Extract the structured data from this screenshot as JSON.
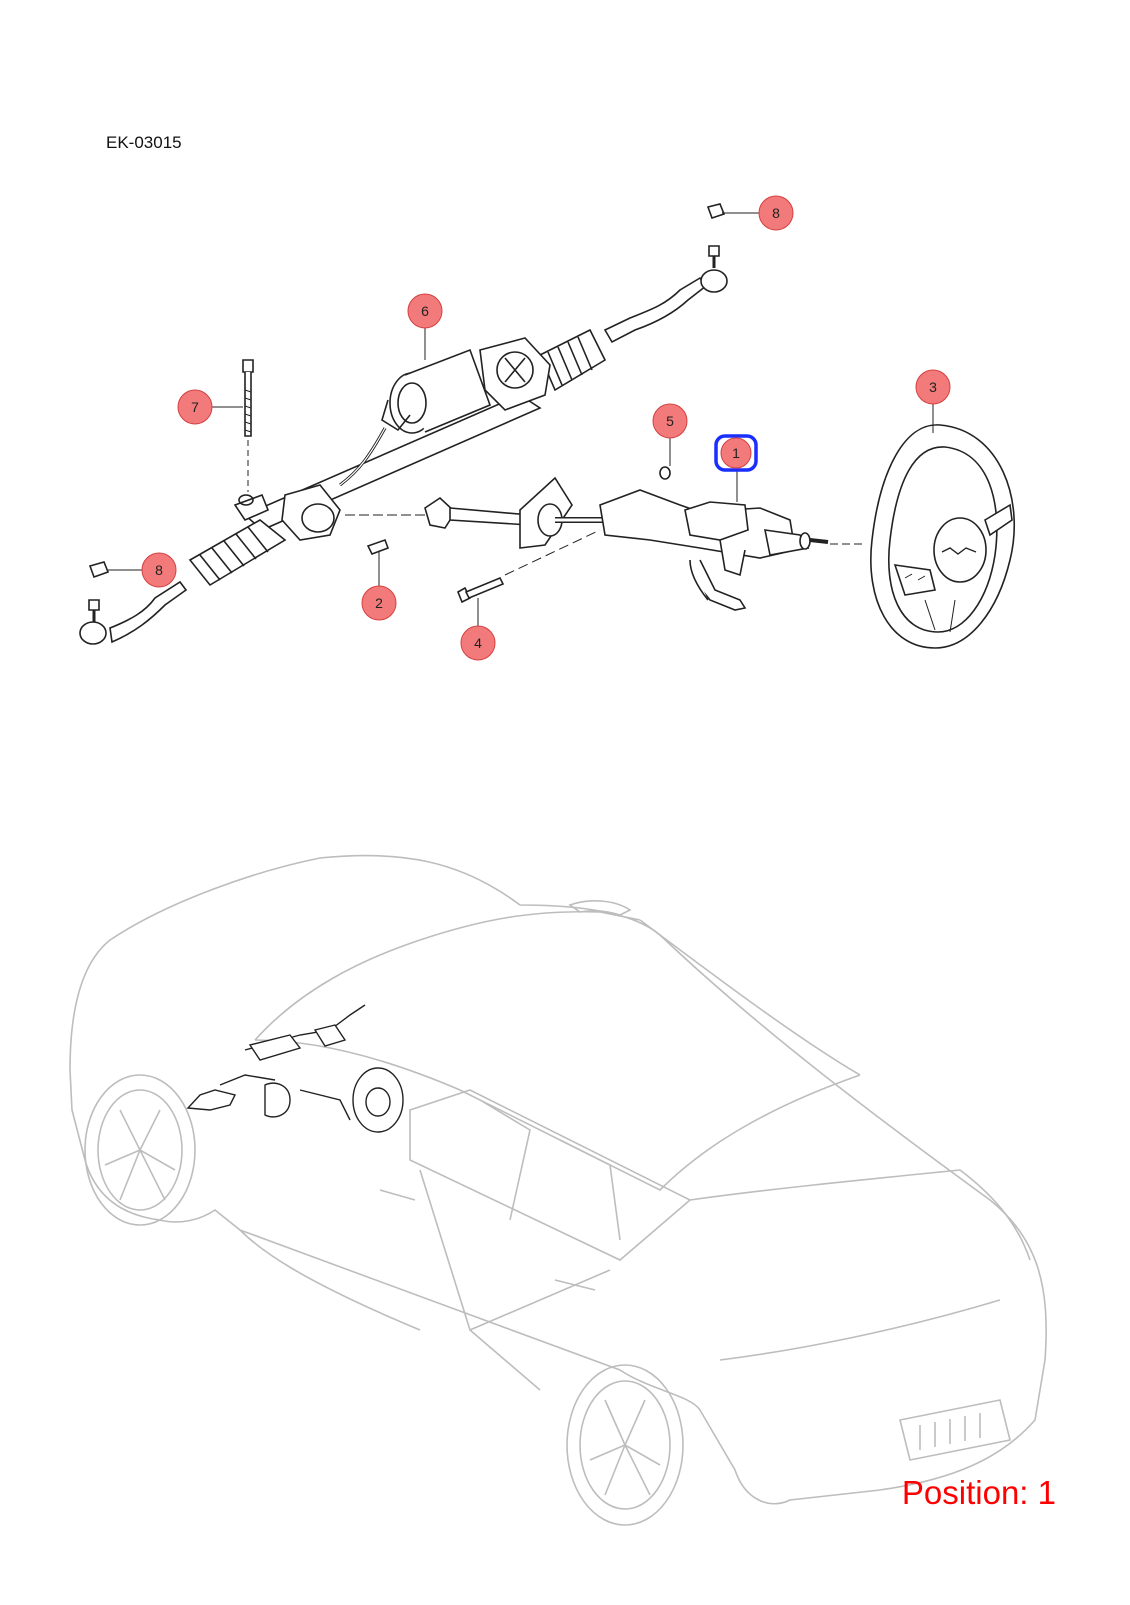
{
  "diagram_code": "EK-03015",
  "position_label": "Position: 1",
  "colors": {
    "callout_fill": "#f27a7a",
    "callout_stroke": "#d44040",
    "highlight": "#1a2eff",
    "position_text": "#ff0000",
    "line": "#222222",
    "car_line": "#bdbdbd"
  },
  "callouts": [
    {
      "number": "1",
      "selected": true
    },
    {
      "number": "2"
    },
    {
      "number": "3"
    },
    {
      "number": "4"
    },
    {
      "number": "5"
    },
    {
      "number": "6"
    },
    {
      "number": "7"
    },
    {
      "number": "8"
    },
    {
      "number": "8"
    }
  ]
}
